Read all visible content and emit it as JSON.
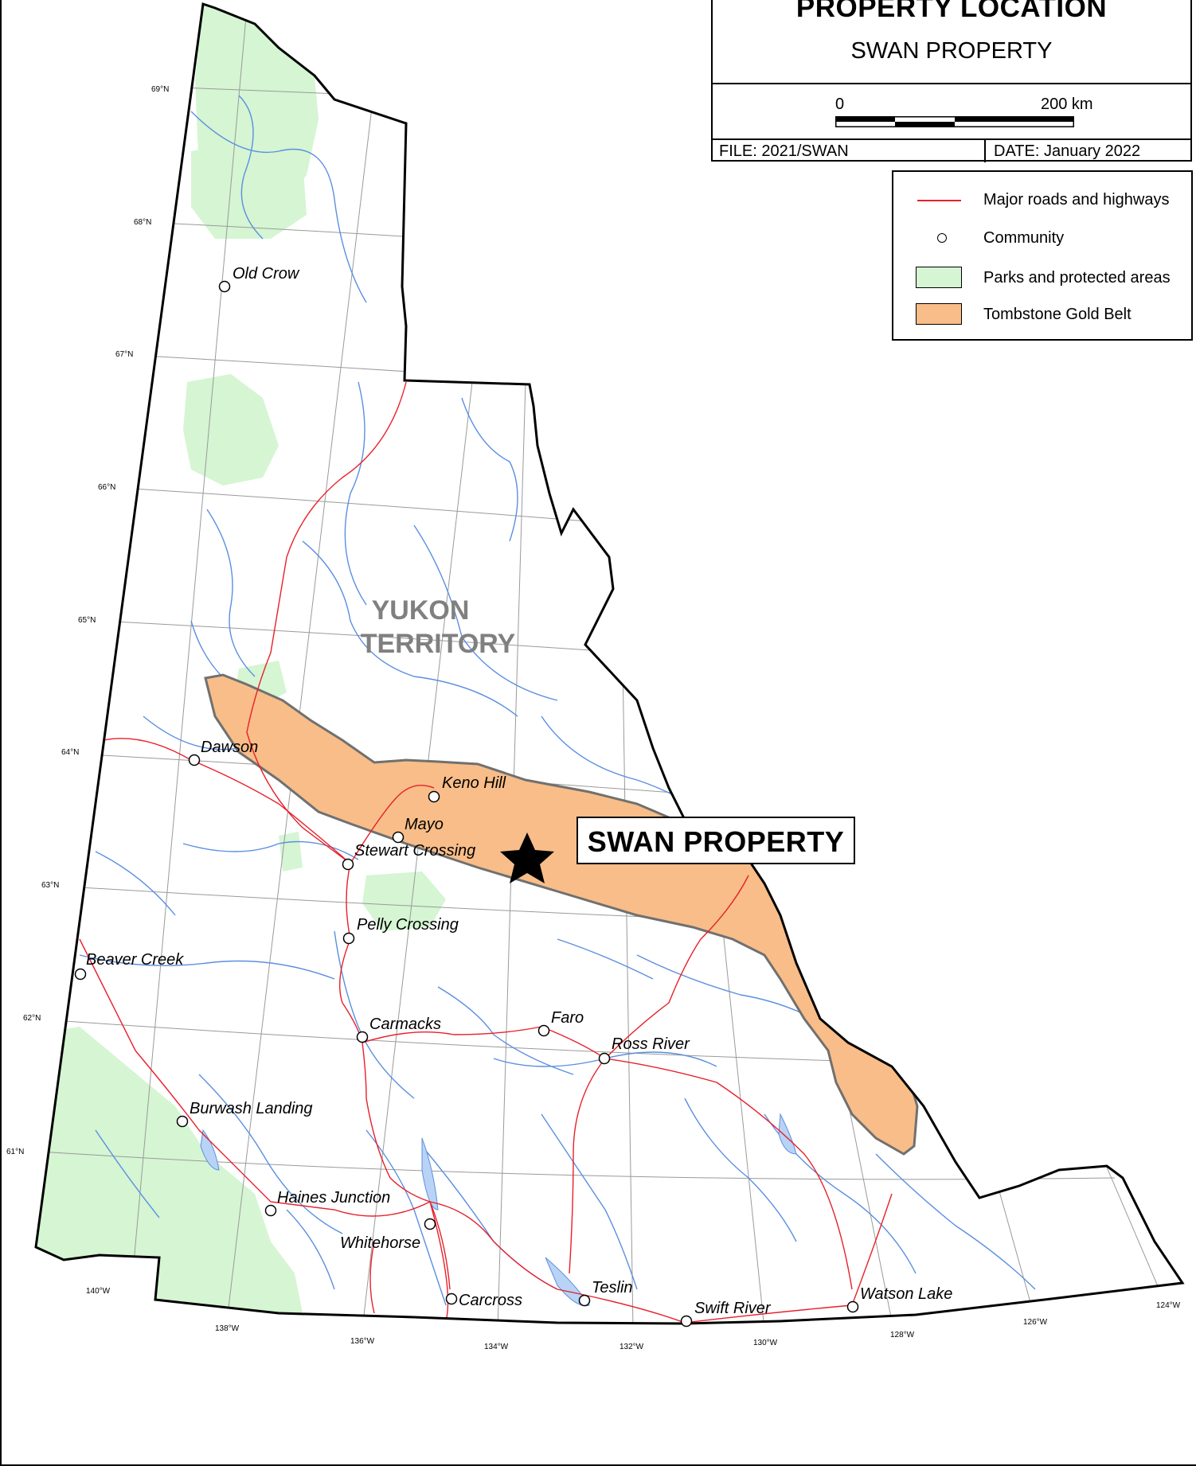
{
  "title": {
    "main": "PROPERTY LOCATION",
    "sub": "SWAN PROPERTY",
    "scale_start": "0",
    "scale_end": "200 km",
    "file": "FILE: 2021/SWAN",
    "date": "DATE: January 2022"
  },
  "legend": {
    "items": [
      {
        "label": "Major roads and highways",
        "symbol": "road"
      },
      {
        "label": "Community",
        "symbol": "community"
      },
      {
        "label": "Parks and protected areas",
        "symbol": "park"
      },
      {
        "label": "Tombstone Gold Belt",
        "symbol": "gold-belt"
      }
    ]
  },
  "map": {
    "region_label": [
      "YUKON",
      "TERRITORY"
    ],
    "property_callout": "SWAN PROPERTY",
    "communities": [
      "Old Crow",
      "Dawson",
      "Keno Hill",
      "Mayo",
      "Stewart Crossing",
      "Pelly Crossing",
      "Beaver Creek",
      "Carmacks",
      "Faro",
      "Ross River",
      "Burwash Landing",
      "Haines Junction",
      "Whitehorse",
      "Carcross",
      "Teslin",
      "Swift River",
      "Watson Lake"
    ],
    "latitudes": [
      "69°N",
      "68°N",
      "67°N",
      "66°N",
      "65°N",
      "64°N",
      "63°N",
      "62°N",
      "61°N"
    ],
    "longitudes": [
      "140°W",
      "138°W",
      "136°W",
      "134°W",
      "132°W",
      "130°W",
      "128°W",
      "126°W",
      "124°W"
    ]
  },
  "colors": {
    "park": "#d5f5d3",
    "gold_belt": "#f8bd88",
    "gold_belt_outline": "#707070",
    "road": "#e8202a",
    "river": "#5b8fe0",
    "border": "#000000",
    "grid": "#9a9a9a",
    "region_label": "#808080"
  }
}
